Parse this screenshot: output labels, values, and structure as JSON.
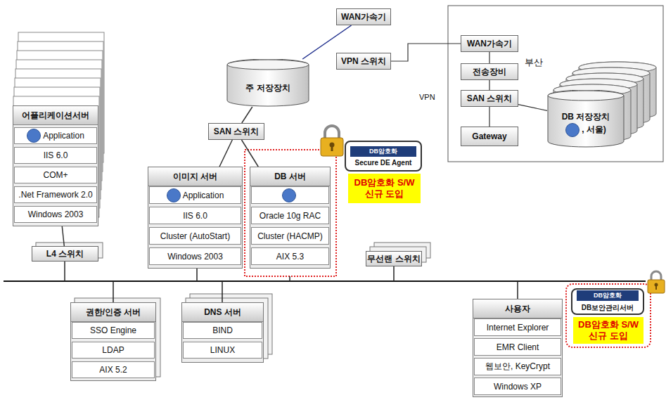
{
  "diagram": {
    "nodes": [
      {
        "text": [
          "WAN가속기"
        ]
      },
      {
        "text": [
          "주 저장장치"
        ]
      },
      {
        "text": [
          "VPN 스위치"
        ]
      },
      {
        "text": [
          "WAN가속기"
        ]
      },
      {
        "text": [
          "전송장비"
        ]
      },
      {
        "text": [
          "SAN 스위치"
        ]
      },
      {
        "text": [
          "Gateway"
        ]
      },
      {
        "text": [
          "DB 저장장치",
          ", 서울)"
        ]
      },
      {
        "text": [
          "어플리케이션서버"
        ]
      },
      {
        "text": [
          "Application"
        ],
        "in": 8
      },
      {
        "text": [
          "IIS 6.0"
        ],
        "in": 8
      },
      {
        "text": [
          "COM+"
        ],
        "in": 8
      },
      {
        "text": [
          ".Net Framework 2.0"
        ],
        "in": 8
      },
      {
        "text": [
          "Windows 2003"
        ],
        "in": 8
      },
      {
        "text": [
          "SAN 스위치"
        ]
      },
      {
        "text": [
          "이미지 서버"
        ]
      },
      {
        "text": [
          "Application"
        ],
        "in": 15
      },
      {
        "text": [
          "IIS 6.0"
        ],
        "in": 15
      },
      {
        "text": [
          "Cluster (AutoStart)"
        ],
        "in": 15
      },
      {
        "text": [
          "Windows 2003"
        ],
        "in": 15
      },
      {
        "text": [
          "DB 서버"
        ]
      },
      {
        "text": [
          "Oracle 10g RAC"
        ],
        "in": 20
      },
      {
        "text": [
          "Cluster (HACMP)"
        ],
        "in": 20
      },
      {
        "text": [
          "AIX 5.3"
        ],
        "in": 20
      },
      {
        "text": [
          "DB암호화",
          "Secure DE Agent"
        ]
      },
      {
        "text": [
          "DB암호화 S/W 신규 도입"
        ]
      },
      {
        "text": [
          "L4 스위치"
        ]
      },
      {
        "text": [
          "무선랜 스위치"
        ]
      },
      {
        "text": [
          "권한/인증 서버"
        ]
      },
      {
        "text": [
          "SSO Engine"
        ],
        "in": 28
      },
      {
        "text": [
          "LDAP"
        ],
        "in": 28
      },
      {
        "text": [
          "AIX 5.2"
        ],
        "in": 28
      },
      {
        "text": [
          "DNS 서버"
        ]
      },
      {
        "text": [
          "BIND"
        ],
        "in": 32
      },
      {
        "text": [
          "LINUX"
        ],
        "in": 32
      },
      {
        "text": [
          "사용자"
        ]
      },
      {
        "text": [
          "Internet Explorer"
        ],
        "in": 35
      },
      {
        "text": [
          "EMR Client"
        ],
        "in": 35
      },
      {
        "text": [
          "웹보안, KeyCrypt"
        ],
        "in": 35
      },
      {
        "text": [
          "Windows XP"
        ],
        "in": 35
      },
      {
        "text": [
          "DB암호화",
          "DB보안관리서버"
        ]
      },
      {
        "text": [
          "DB암호화 S/W 신규 도입"
        ]
      }
    ],
    "edges": [
      {
        "from": 0,
        "to": 1,
        "arrow": "none"
      },
      {
        "from": 1,
        "to": 14,
        "arrow": "none"
      },
      {
        "from": 14,
        "to": 15,
        "arrow": "none"
      },
      {
        "from": 14,
        "to": 20,
        "arrow": "none"
      },
      {
        "from": 2,
        "to": 3,
        "arrow": "none"
      },
      {
        "from": 3,
        "to": 4,
        "arrow": "none"
      },
      {
        "from": 4,
        "to": 5,
        "arrow": "none"
      },
      {
        "from": 5,
        "to": 6,
        "arrow": "none"
      },
      {
        "from": 5,
        "to": 7,
        "arrow": "none"
      },
      {
        "from": 8,
        "to": 26,
        "arrow": "none"
      }
    ],
    "labels": [
      "부산",
      "VPN"
    ]
  }
}
